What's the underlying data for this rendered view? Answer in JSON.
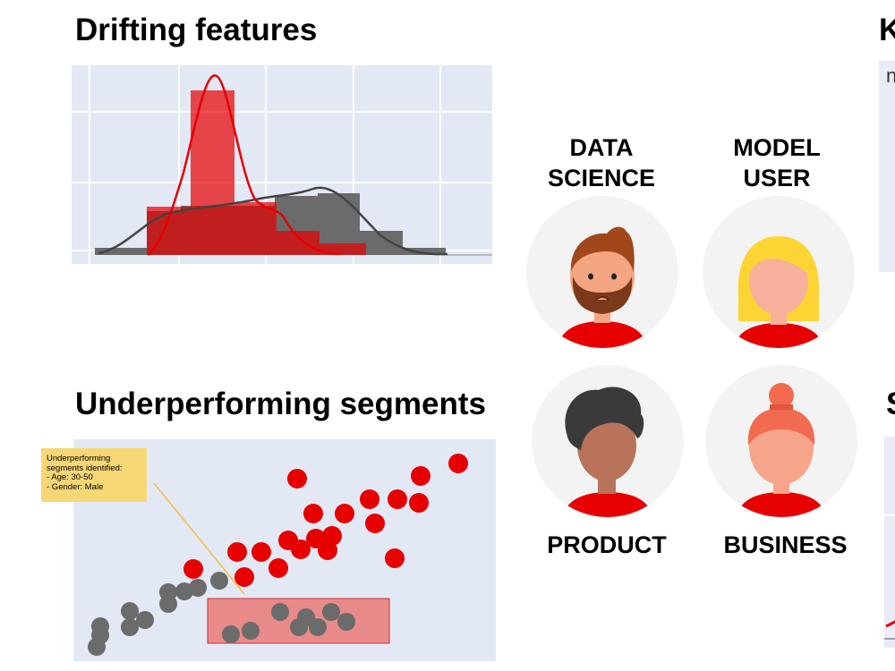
{
  "headings": {
    "drifting": "Drifting features",
    "underperforming": "Underperforming segments",
    "cut_top": "K",
    "cut_top_sub": "n",
    "cut_bottom": "S"
  },
  "roles": [
    {
      "label_line1": "DATA",
      "label_line2": "SCIENCE"
    },
    {
      "label_line1": "MODEL",
      "label_line2": "USER"
    },
    {
      "label_line1": "PRODUCT",
      "label_line2": ""
    },
    {
      "label_line1": "BUSINESS",
      "label_line2": ""
    }
  ],
  "tooltip": {
    "line1": "Underperforming",
    "line2": "segments identified:",
    "line3": "-   Age: 30-50",
    "line4": "-   Gender: Male"
  },
  "colors": {
    "red": "#e60000",
    "grey": "#6b6b6b",
    "panel": "#e3e8f5",
    "segment_box": "#e98a8a",
    "tooltip": "#f7d775"
  },
  "icons": {
    "data_science": "bearded-man-avatar",
    "model_user": "blonde-woman-avatar",
    "product": "curly-hair-man-avatar",
    "business": "bun-hair-woman-avatar"
  }
}
